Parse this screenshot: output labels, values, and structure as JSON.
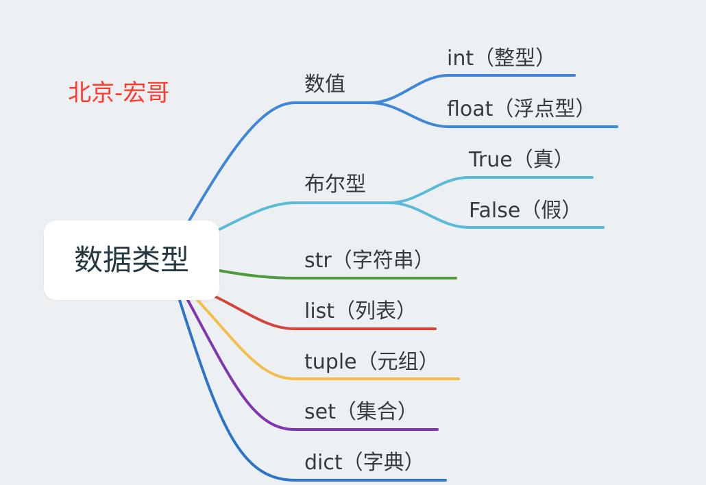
{
  "watermark": "北京-宏哥",
  "root": {
    "label": "数据类型"
  },
  "branches": [
    {
      "label": "数值",
      "color": "#3f86d9",
      "children": [
        {
          "label": "int（整型）"
        },
        {
          "label": "float（浮点型）"
        }
      ]
    },
    {
      "label": "布尔型",
      "color": "#5bbbd7",
      "children": [
        {
          "label": "True（真）"
        },
        {
          "label": "False（假）"
        }
      ]
    },
    {
      "label": "str（字符串）",
      "color": "#4d9b3d"
    },
    {
      "label": "list（列表）",
      "color": "#d5433b"
    },
    {
      "label": "tuple（元组）",
      "color": "#f3bd49"
    },
    {
      "label": "set（集合）",
      "color": "#7f36b1"
    },
    {
      "label": "dict（字典）",
      "color": "#2b74c7"
    }
  ]
}
